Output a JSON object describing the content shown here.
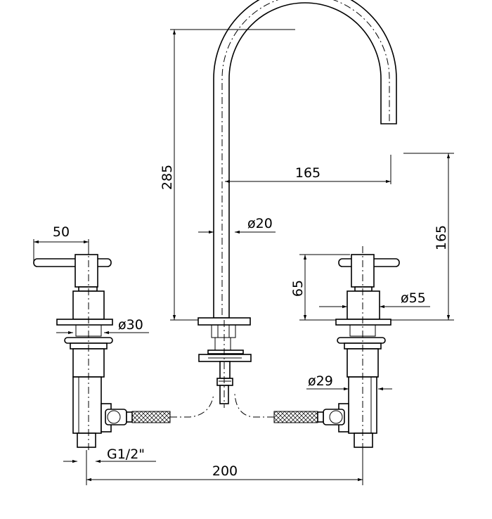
{
  "dimensions": {
    "height_total": "285",
    "spout_reach": "165",
    "spout_height": "165",
    "spout_diameter": "ø20",
    "handle_length": "50",
    "rosette_diameter_left": "ø30",
    "valve_height": "65",
    "rosette_diameter_right": "ø55",
    "valve_body_diameter": "ø29",
    "connection_thread": "G1/2\"",
    "center_distance": "200"
  }
}
